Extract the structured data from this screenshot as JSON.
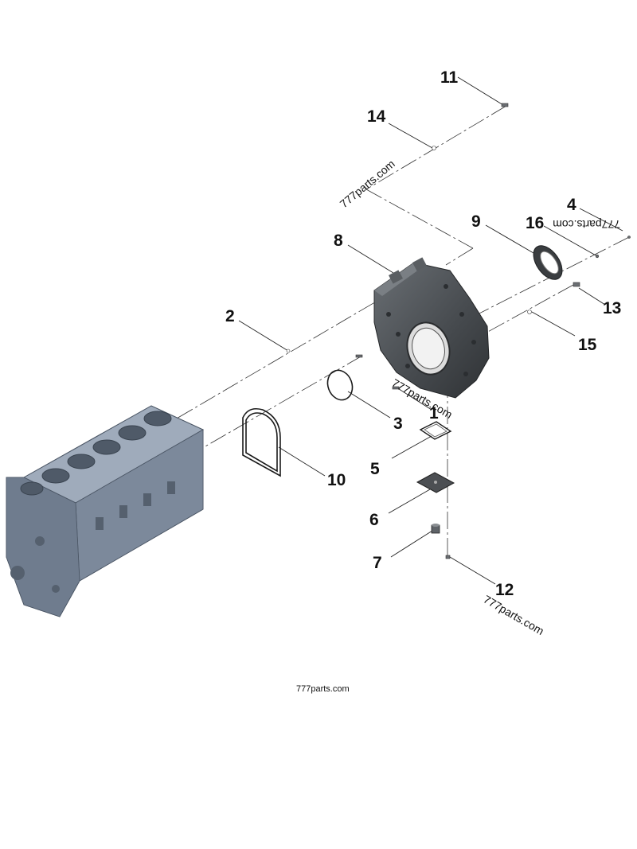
{
  "diagram": {
    "callouts": [
      {
        "id": "1",
        "label": "1"
      },
      {
        "id": "2",
        "label": "2"
      },
      {
        "id": "3",
        "label": "3"
      },
      {
        "id": "4",
        "label": "4"
      },
      {
        "id": "5",
        "label": "5"
      },
      {
        "id": "6",
        "label": "6"
      },
      {
        "id": "7",
        "label": "7"
      },
      {
        "id": "8",
        "label": "8"
      },
      {
        "id": "9",
        "label": "9"
      },
      {
        "id": "10",
        "label": "10"
      },
      {
        "id": "11",
        "label": "11"
      },
      {
        "id": "12",
        "label": "12"
      },
      {
        "id": "13",
        "label": "13"
      },
      {
        "id": "14",
        "label": "14"
      },
      {
        "id": "15",
        "label": "15"
      },
      {
        "id": "16",
        "label": "16"
      }
    ],
    "watermarks": {
      "top": "777parts.com",
      "right_flipped": "777parts.com",
      "center": "777parts.com",
      "bottom": "777parts.com",
      "footer": "777parts.com"
    },
    "colors": {
      "block": "#8a97a8",
      "block_dark": "#5d6a7a",
      "housing": "#4a4e52",
      "housing_dark": "#2e3134",
      "line": "#222222"
    }
  }
}
